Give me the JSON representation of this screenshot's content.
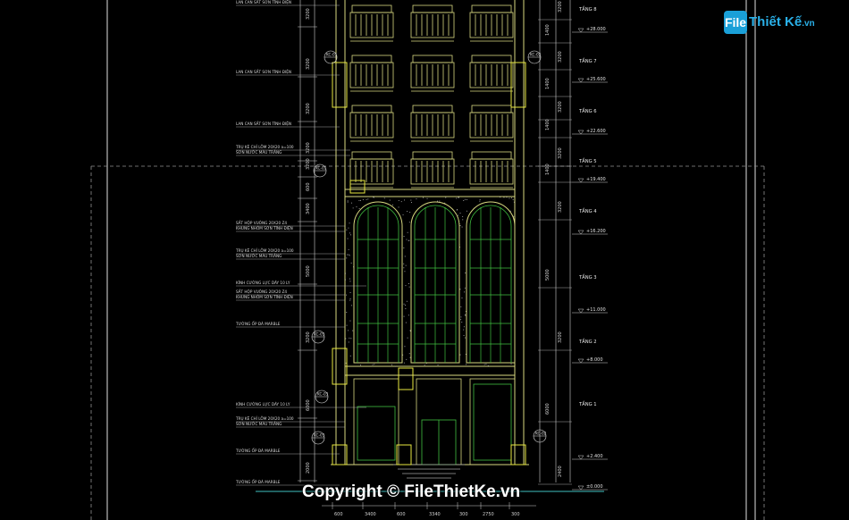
{
  "watermark": {
    "logo_mark": "File",
    "logo_text": "Thiết Kế",
    "logo_suffix": ".vn",
    "copyright": "Copyright © FileThietKe.vn"
  },
  "drawing": {
    "floors": [
      "TẦNG 8",
      "TẦNG 7",
      "TẦNG 6",
      "TẦNG 5",
      "TẦNG 4",
      "TẦNG 3",
      "TẦNG 2",
      "TẦNG 1"
    ],
    "levels": [
      "+28.000",
      "+25.600",
      "+22.600",
      "+19.400",
      "+16.200",
      "+11.000",
      "+8.000",
      "+2.400",
      "±0.000"
    ],
    "right_dims": [
      "3200",
      "1400",
      "3200",
      "1400",
      "3200",
      "1400",
      "3200",
      "1400",
      "3200",
      "5000",
      "3200",
      "6000",
      "2400"
    ],
    "bottom_dims": [
      "600",
      "3400",
      "600",
      "3340",
      "300",
      "2750",
      "300"
    ],
    "left_dims": [
      "3200",
      "3200",
      "3200",
      "3200",
      "3200",
      "600",
      "3400",
      "5000",
      "3200",
      "6000",
      "2000"
    ],
    "annotations": [
      "LAN CAN SẮT SƠN TĨNH ĐIỆN",
      "LAN CAN SẮT SƠN TĨNH ĐIỆN",
      "LAN CAN SẮT SƠN TĨNH ĐIỆN",
      "TRỤ KẼ CHỈ LÕM 20X20 a=100",
      "SƠN NƯỚC MÀU TRẮNG",
      "SẮT HỘP VUÔNG 20X20 Z4",
      "KHUNG NHÔM SƠN TĨNH ĐIỆN",
      "TRỤ KẼ CHỈ LÕM 20X20 a=100",
      "SƠN NƯỚC MÀU TRẮNG",
      "KÍNH CƯỜNG LỰC DÀY 10 LY",
      "SẮT HỘP VUÔNG 20X20 Z4",
      "KHUNG NHÔM SƠN TĨNH ĐIỆN",
      "TƯỜNG ỐP ĐÁ MARBLE",
      "KÍNH CƯỜNG LỰC DÀY 10 LY",
      "TRỤ KẼ CHỈ LÕM 20X20 a=100",
      "SƠN NƯỚC MÀU TRẮNG",
      "TƯỜNG ỐP ĐÁ MARBLE",
      "TƯỜNG ỐP ĐÁ MARBLE"
    ],
    "tags": [
      "KC-01",
      "KC-01",
      "KC-02",
      "KC-03",
      "KC-03",
      "KC-03",
      "KC-02"
    ]
  },
  "colors": {
    "background": "#000000",
    "facade": "#d8d880",
    "glass": "#40c040",
    "highlight": "#e8e840",
    "line": "#ffffff",
    "dash": "#a0a0a0",
    "watermark_blue": "#1aa0d8"
  }
}
